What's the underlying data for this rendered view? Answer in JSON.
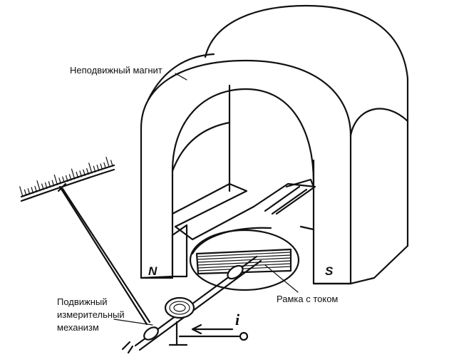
{
  "labels": {
    "magnet": "Неподвижный магнит",
    "coil": "Рамка с током",
    "mechanism_line1": "Подвижный",
    "mechanism_line2": "измерительный",
    "mechanism_line3": "механизм",
    "pole_n": "N",
    "pole_s": "S",
    "current": "i"
  }
}
